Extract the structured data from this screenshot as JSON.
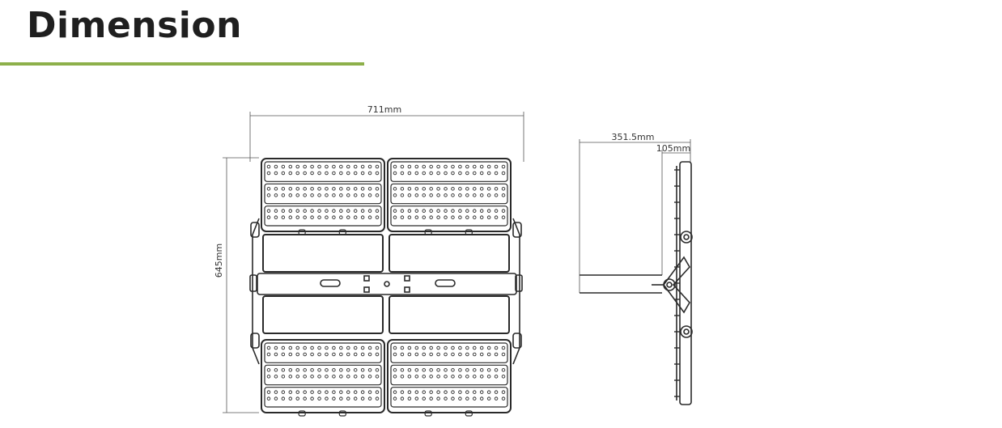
{
  "header": {
    "title": "Dimension",
    "accent_color": "#8db04a"
  },
  "drawing": {
    "front_view": {
      "width_label": "711mm",
      "height_label": "645mm"
    },
    "side_view": {
      "depth_label": "351.5mm",
      "offset_label": "105mm"
    },
    "line_color": "#2a2a2a"
  }
}
